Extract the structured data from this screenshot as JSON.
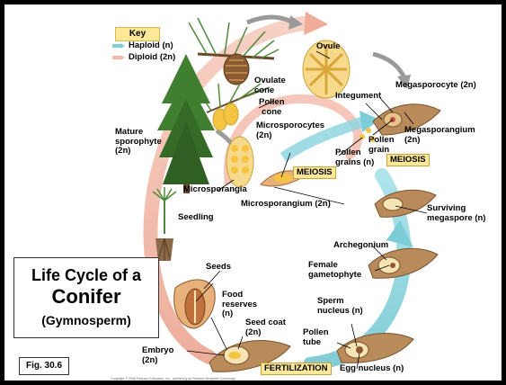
{
  "key": {
    "title": "Key",
    "haploid": "Haploid (n)",
    "diploid": "Diploid (2n)",
    "haploid_color": "#7ccdd8",
    "diploid_color": "#f2b8a8"
  },
  "title_box": {
    "line1": "Life Cycle of a",
    "line2": "Conifer",
    "line3": "(Gymnosperm)"
  },
  "fig_label": "Fig. 30.6",
  "copyright": "Copyright © 2008 Pearson Education, Inc., publishing as Pearson Benjamin Cummings.",
  "stages": {
    "meiosis_left": "MEIOSIS",
    "meiosis_right": "MEIOSIS",
    "fertilization": "FERTILIZATION"
  },
  "labels": {
    "ovule": "Ovule",
    "ovulate_cone": "Ovulate\ncone",
    "pollen_cone": "Pollen\ncone",
    "megasporocyte": "Megasporocyte (2n)",
    "integument": "Integument",
    "megasporangium": "Megasporangium\n(2n)",
    "pollen_grain": "Pollen\ngrain",
    "pollen_grains": "Pollen\ngrains (n)",
    "microsporocytes": "Microsporocytes\n(2n)",
    "mature_sporophyte": "Mature\nsporophyte\n(2n)",
    "microsporangia": "Microsporangia",
    "microsporangium": "Microsporangium (2n)",
    "surviving_megaspore": "Surviving\nmegaspore (n)",
    "seedling": "Seedling",
    "archegonium": "Archegonium",
    "female_gametophyte": "Female\ngametophyte",
    "seeds": "Seeds",
    "food_reserves": "Food\nreserves\n(n)",
    "seed_coat": "Seed coat\n(2n)",
    "sperm_nucleus": "Sperm\nnucleus (n)",
    "pollen_tube": "Pollen\ntube",
    "embryo": "Embryo\n(2n)",
    "egg_nucleus": "Egg nucleus (n)"
  },
  "colors": {
    "cone_yellow": "#f5c542",
    "tissue_tan": "#b98a5a",
    "foliage_green": "#3f7f2f",
    "gray_arrow": "#9a9a9a"
  }
}
